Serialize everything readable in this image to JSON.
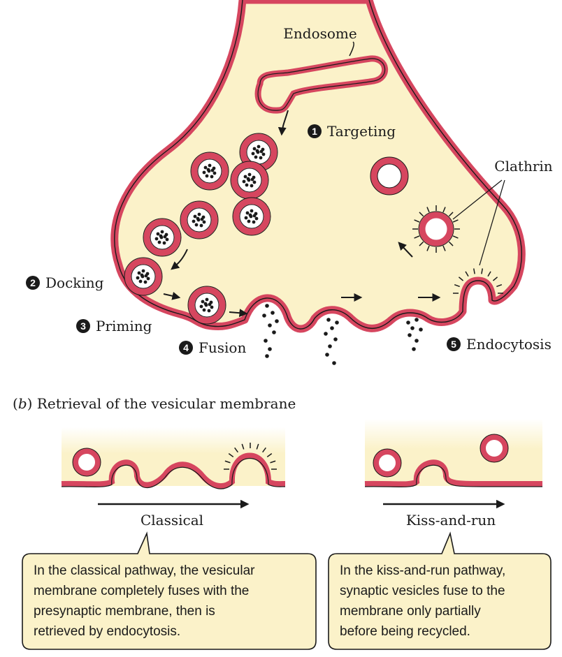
{
  "labels": {
    "endosome": "Endosome",
    "clathrin": "Clathrin",
    "classical": "Classical",
    "kiss_and_run": "Kiss-and-run"
  },
  "steps": [
    {
      "num": "1",
      "label": "Targeting"
    },
    {
      "num": "2",
      "label": "Docking"
    },
    {
      "num": "3",
      "label": "Priming"
    },
    {
      "num": "4",
      "label": "Fusion"
    },
    {
      "num": "5",
      "label": "Endocytosis"
    }
  ],
  "panel_b": {
    "letter": "b",
    "title": "Retrieval of the vesicular membrane"
  },
  "callouts": {
    "classical": [
      "In the classical pathway, the vesicular",
      "membrane completely fuses with the",
      "presynaptic membrane, then is",
      "retrieved by endocytosis."
    ],
    "kiss_and_run": [
      "In the kiss-and-run pathway,",
      "synaptic vesicles fuse to the",
      "membrane only partially",
      "before being recycled."
    ]
  },
  "colors": {
    "cytoplasm": "#fbf2c9",
    "membrane": "#d6465f",
    "callout_fill": "#fbf2c9",
    "ink": "#1a1a1a"
  }
}
